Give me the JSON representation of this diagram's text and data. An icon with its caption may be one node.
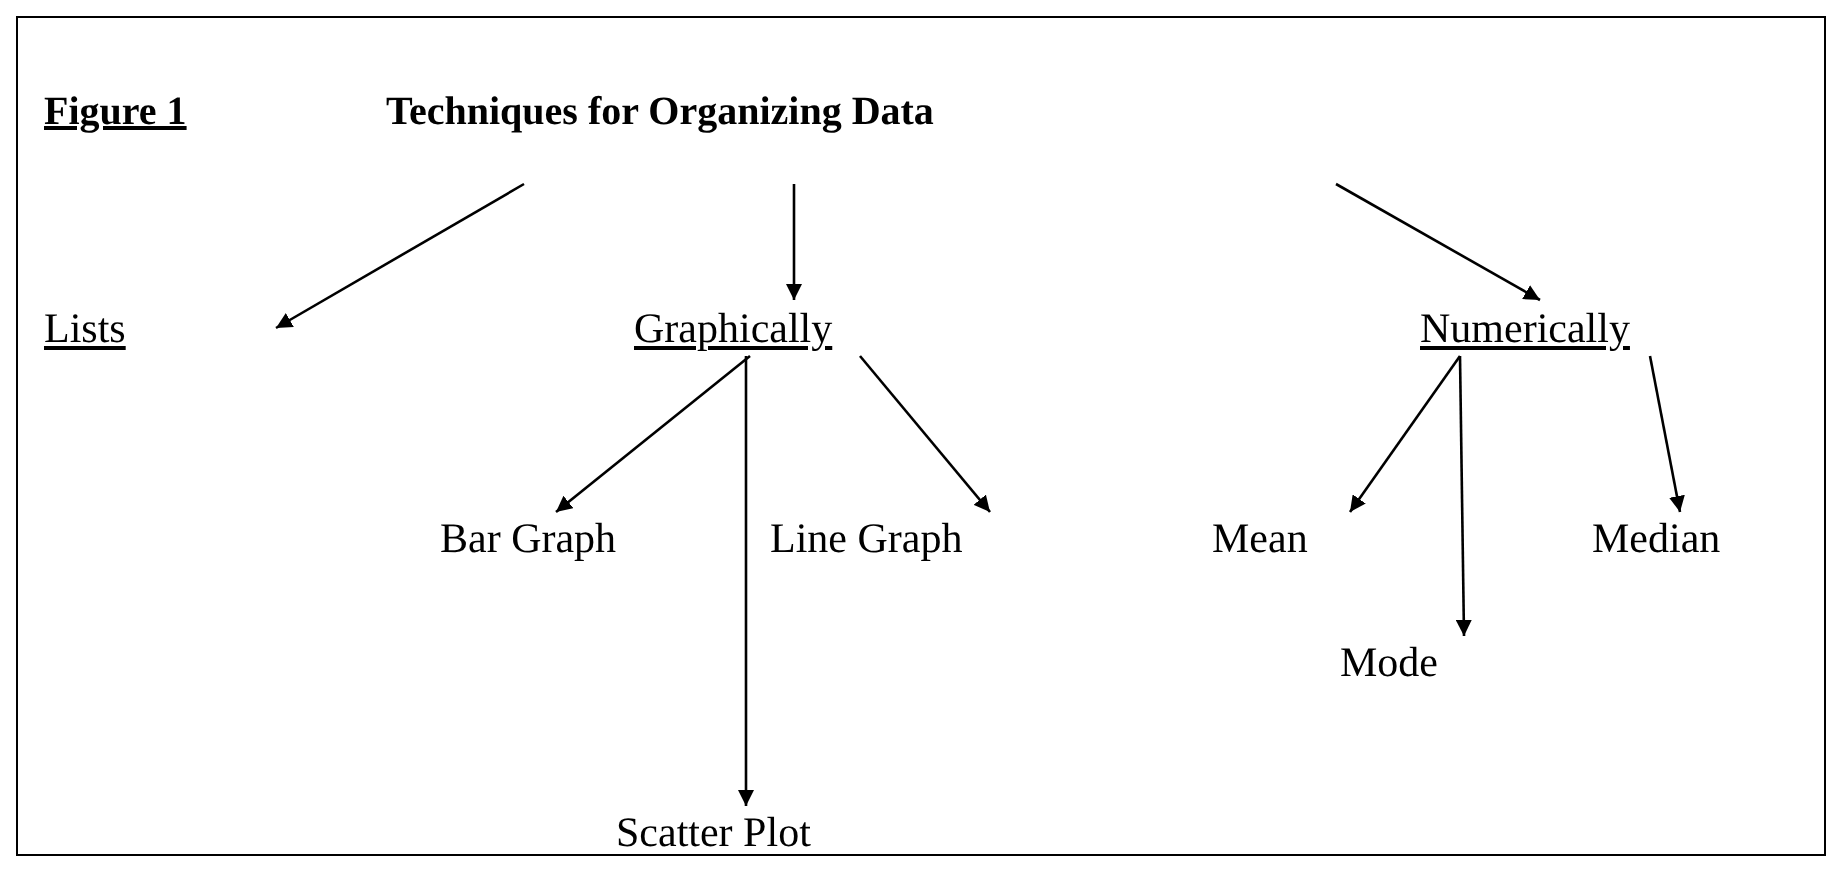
{
  "diagram": {
    "nodes": [
      {
        "text": [
          "Techniques for Organizing Data"
        ]
      },
      {
        "text": [
          "Lists"
        ]
      },
      {
        "text": [
          "Graphically"
        ]
      },
      {
        "text": [
          "Numerically"
        ]
      },
      {
        "text": [
          "Bar Graph"
        ]
      },
      {
        "text": [
          "Scatter Plot"
        ]
      },
      {
        "text": [
          "Line Graph"
        ]
      },
      {
        "text": [
          "Mean"
        ]
      },
      {
        "text": [
          "Mode"
        ]
      },
      {
        "text": [
          "Median"
        ]
      }
    ],
    "edges": [
      {
        "from": 0,
        "to": 1,
        "arrow": "to"
      },
      {
        "from": 0,
        "to": 2,
        "arrow": "to"
      },
      {
        "from": null,
        "to": 3,
        "arrow": "to"
      },
      {
        "from": 2,
        "to": 4,
        "arrow": "to"
      },
      {
        "from": 2,
        "to": 5,
        "arrow": "to"
      },
      {
        "from": 2,
        "to": 6,
        "arrow": "to"
      },
      {
        "from": 3,
        "to": 7,
        "arrow": "to"
      },
      {
        "from": 3,
        "to": 8,
        "arrow": "to"
      },
      {
        "from": 3,
        "to": 9,
        "arrow": "to"
      }
    ],
    "labels": [
      "Figure 1"
    ]
  }
}
